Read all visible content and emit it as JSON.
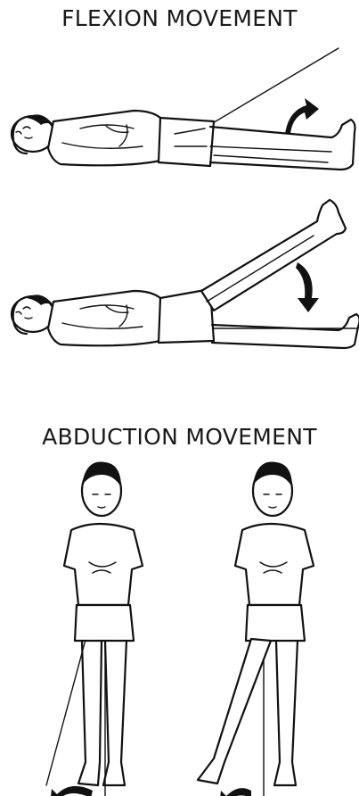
{
  "titles": {
    "flexion": "FLEXION MOVEMENT",
    "abduction": "ABDUCTION MOVEMENT"
  },
  "figures": {
    "flexion_1": {
      "pose": "supine, leg flat"
    },
    "flexion_2": {
      "pose": "supine, leg raised"
    },
    "abduction_1": {
      "pose": "standing, legs together"
    },
    "abduction_2": {
      "pose": "standing, leg abducted"
    }
  },
  "icons": [
    "curved-arrow-icon"
  ]
}
